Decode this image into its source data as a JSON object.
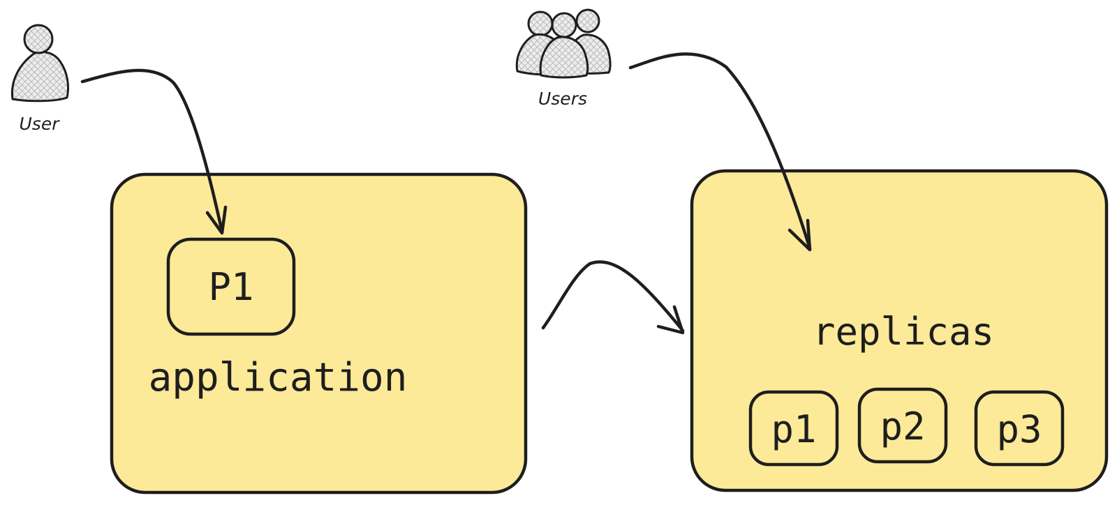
{
  "actors": {
    "single_user_label": "User",
    "group_users_label": "Users"
  },
  "application": {
    "label": "application",
    "process_label": "P1"
  },
  "replicas": {
    "label": "replicas",
    "processes": [
      "p1",
      "p2",
      "p3"
    ]
  },
  "colors": {
    "box_fill": "#fcea98",
    "stroke": "#1e1e1e",
    "person_fill": "#e8e8ea"
  },
  "icons": {
    "single_user": "user-icon",
    "group_users": "users-group-icon"
  }
}
